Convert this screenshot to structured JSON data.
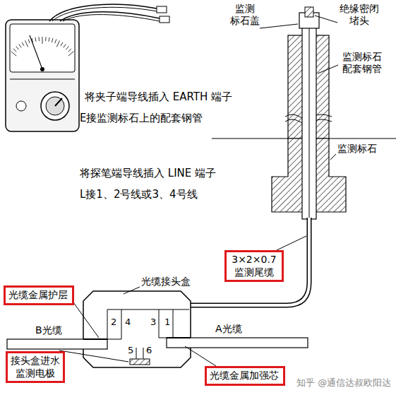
{
  "diagram": {
    "nodes": [
      {
        "text": [
          "光缆金属护层"
        ]
      },
      {
        "text": [
          "3×2×0.7 监测尾缆"
        ]
      },
      {
        "text": [
          "接头盒进水 监测电极"
        ]
      },
      {
        "text": [
          "光缆金属加强芯"
        ]
      }
    ],
    "labels": [
      "将夹子端导线插入 EARTH 端子",
      "E接监测标石上的配套钢管",
      "将探笔端导线插入 LINE 端子",
      "L接1、2号线或3、4号线",
      "监测 标石盖",
      "绝缘密闭 堵头",
      "监测标石 配套钢管",
      "监测标石",
      "光缆接头盒",
      "B光缆",
      "A光缆",
      "2",
      "4",
      "3",
      "1",
      "5",
      "6",
      "知乎 @通信达叔欧阳达"
    ]
  }
}
